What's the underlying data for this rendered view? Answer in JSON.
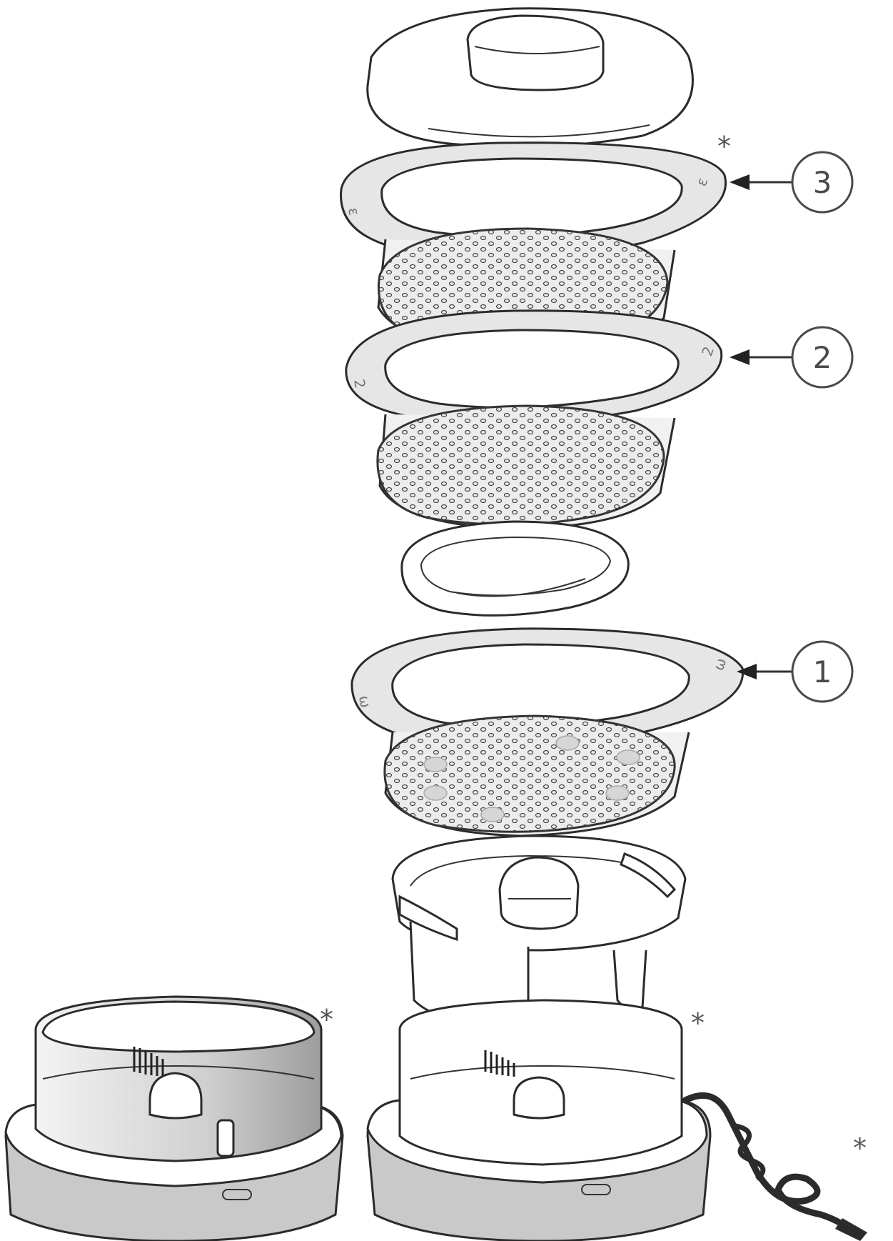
{
  "callouts": [
    {
      "id": "3",
      "label": "3"
    },
    {
      "id": "2",
      "label": "2"
    },
    {
      "id": "1",
      "label": "1"
    }
  ],
  "asterisks": [
    "*",
    "*",
    "*",
    "*"
  ],
  "colors": {
    "line": "#2b2b2b",
    "ring": "#e6e6e6",
    "base": "#c9c9c9"
  }
}
